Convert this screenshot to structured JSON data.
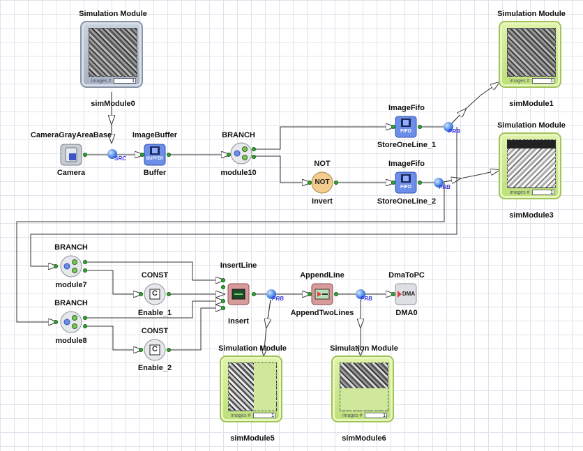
{
  "sim_modules": [
    {
      "header": "Simulation Module",
      "name": "simModule0",
      "images_label": "images #",
      "count": "1",
      "style": "gray"
    },
    {
      "header": "Simulation Module",
      "name": "simModule1",
      "images_label": "images #",
      "count": "1",
      "style": "green"
    },
    {
      "header": "Simulation Module",
      "name": "simModule3",
      "images_label": "images #",
      "count": "1",
      "style": "green"
    },
    {
      "header": "Simulation Module",
      "name": "simModule5",
      "images_label": "images #",
      "count": "1",
      "style": "green"
    },
    {
      "header": "Simulation Module",
      "name": "simModule6",
      "images_label": "images #",
      "count": "1",
      "style": "green"
    }
  ],
  "operators": {
    "camera": {
      "type": "CameraGrayAreaBase",
      "name": "Camera"
    },
    "buffer": {
      "type": "ImageBuffer",
      "name": "Buffer",
      "icon_text": "BUFFER"
    },
    "module10": {
      "type": "BRANCH",
      "name": "module10"
    },
    "fifo1": {
      "type": "ImageFifo",
      "name": "StoreOneLine_1",
      "icon_text": "FIFO"
    },
    "not": {
      "type": "NOT",
      "name": "Invert",
      "icon_text": "NOT"
    },
    "fifo2": {
      "type": "ImageFifo",
      "name": "StoreOneLine_2",
      "icon_text": "FIFO"
    },
    "module7": {
      "type": "BRANCH",
      "name": "module7"
    },
    "module8": {
      "type": "BRANCH",
      "name": "module8"
    },
    "enable1": {
      "type": "CONST",
      "name": "Enable_1",
      "icon_text": "C"
    },
    "enable2": {
      "type": "CONST",
      "name": "Enable_2",
      "icon_text": "C"
    },
    "insert": {
      "type": "InsertLine",
      "name": "Insert"
    },
    "append": {
      "type": "AppendLine",
      "name": "AppendTwoLines"
    },
    "dma": {
      "type": "DmaToPC",
      "name": "DMA0",
      "icon_text": "DMA"
    }
  },
  "probe_labels": {
    "src": "SRC",
    "prb": "PRB"
  },
  "colors": {
    "wire": "#333333",
    "port": "#2ea82e",
    "probe": "#3c7ae0",
    "sim_gray": "#a6b2c2",
    "sim_green": "#bde07a"
  }
}
